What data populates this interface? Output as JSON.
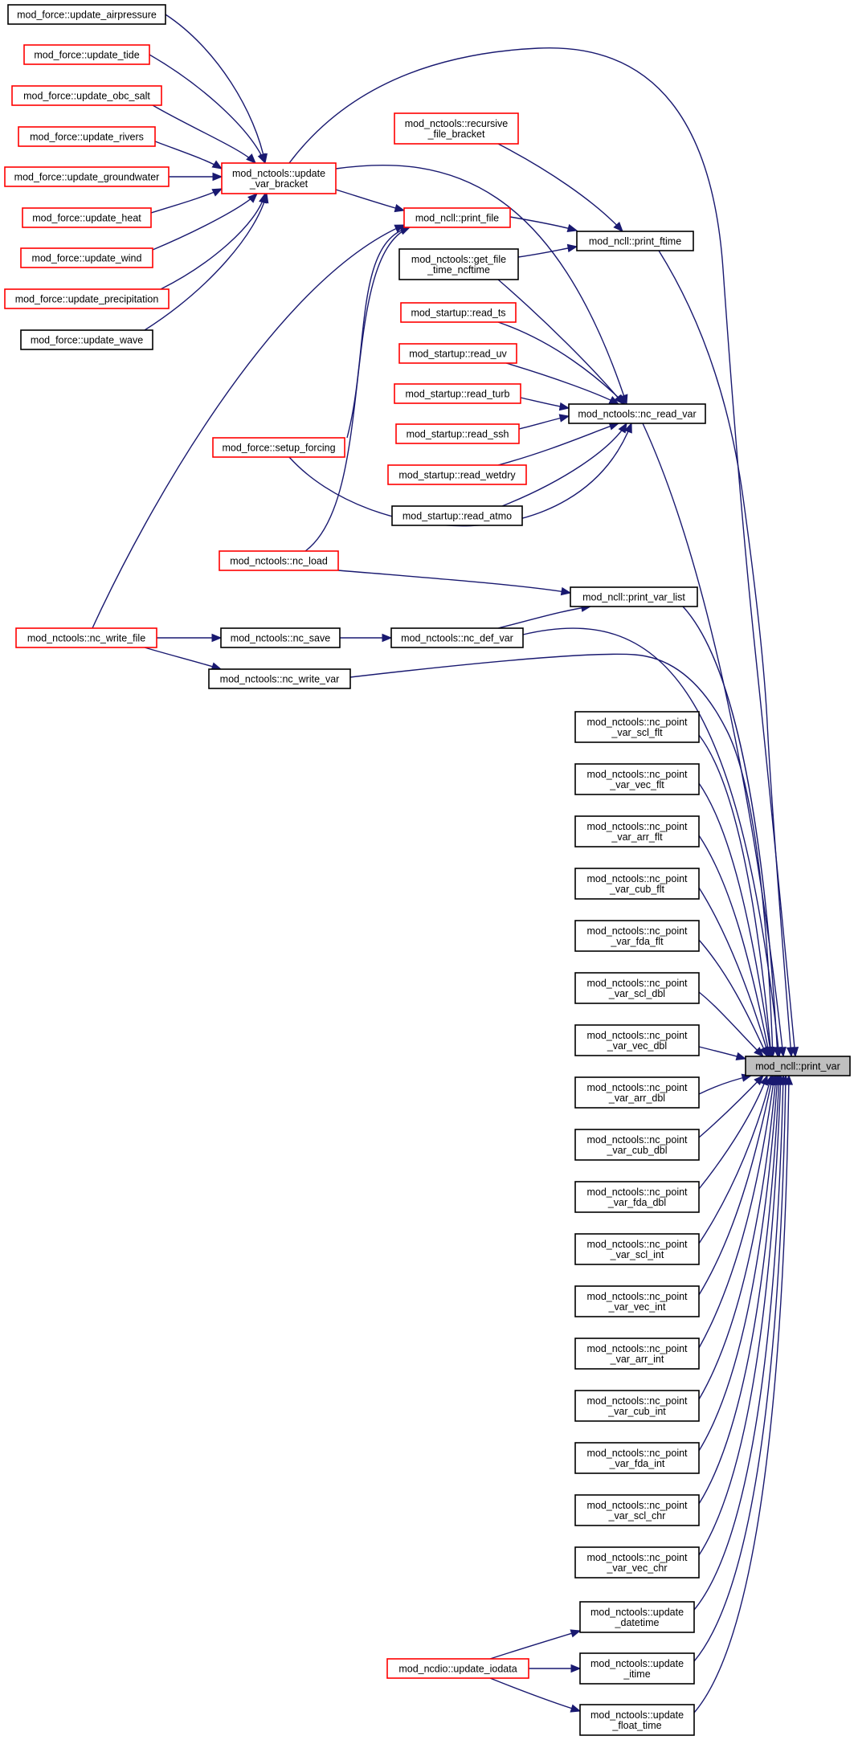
{
  "colors": {
    "edge": "#191970",
    "border_default": "#000000",
    "border_truncated": "#ff0000",
    "focus_fill": "#bfbfbf",
    "node_fill": "#ffffff"
  },
  "nodes": [
    {
      "id": "upd_airpressure",
      "lines": [
        "mod_force::update_airpressure"
      ],
      "style": "normal"
    },
    {
      "id": "upd_tide",
      "lines": [
        "mod_force::update_tide"
      ],
      "style": "truncated"
    },
    {
      "id": "upd_obc_salt",
      "lines": [
        "mod_force::update_obc_salt"
      ],
      "style": "truncated"
    },
    {
      "id": "upd_rivers",
      "lines": [
        "mod_force::update_rivers"
      ],
      "style": "truncated"
    },
    {
      "id": "upd_groundwater",
      "lines": [
        "mod_force::update_groundwater"
      ],
      "style": "truncated"
    },
    {
      "id": "upd_heat",
      "lines": [
        "mod_force::update_heat"
      ],
      "style": "truncated"
    },
    {
      "id": "upd_wind",
      "lines": [
        "mod_force::update_wind"
      ],
      "style": "truncated"
    },
    {
      "id": "upd_precip",
      "lines": [
        "mod_force::update_precipitation"
      ],
      "style": "truncated"
    },
    {
      "id": "upd_wave",
      "lines": [
        "mod_force::update_wave"
      ],
      "style": "normal"
    },
    {
      "id": "var_bracket",
      "lines": [
        "mod_nctools::update",
        "_var_bracket"
      ],
      "style": "truncated"
    },
    {
      "id": "recursive",
      "lines": [
        "mod_nctools::recursive",
        "_file_bracket"
      ],
      "style": "truncated"
    },
    {
      "id": "print_file",
      "lines": [
        "mod_ncll::print_file"
      ],
      "style": "truncated"
    },
    {
      "id": "get_file_time",
      "lines": [
        "mod_nctools::get_file",
        "_time_ncftime"
      ],
      "style": "normal"
    },
    {
      "id": "print_ftime",
      "lines": [
        "mod_ncll::print_ftime"
      ],
      "style": "normal"
    },
    {
      "id": "read_ts",
      "lines": [
        "mod_startup::read_ts"
      ],
      "style": "truncated"
    },
    {
      "id": "read_uv",
      "lines": [
        "mod_startup::read_uv"
      ],
      "style": "truncated"
    },
    {
      "id": "read_turb",
      "lines": [
        "mod_startup::read_turb"
      ],
      "style": "truncated"
    },
    {
      "id": "read_ssh",
      "lines": [
        "mod_startup::read_ssh"
      ],
      "style": "truncated"
    },
    {
      "id": "read_wetdry",
      "lines": [
        "mod_startup::read_wetdry"
      ],
      "style": "truncated"
    },
    {
      "id": "read_atmo",
      "lines": [
        "mod_startup::read_atmo"
      ],
      "style": "normal"
    },
    {
      "id": "nc_read_var",
      "lines": [
        "mod_nctools::nc_read_var"
      ],
      "style": "normal"
    },
    {
      "id": "setup_forcing",
      "lines": [
        "mod_force::setup_forcing"
      ],
      "style": "truncated"
    },
    {
      "id": "nc_load",
      "lines": [
        "mod_nctools::nc_load"
      ],
      "style": "truncated"
    },
    {
      "id": "print_var_list",
      "lines": [
        "mod_ncll::print_var_list"
      ],
      "style": "normal"
    },
    {
      "id": "nc_write_file",
      "lines": [
        "mod_nctools::nc_write_file"
      ],
      "style": "truncated"
    },
    {
      "id": "nc_save",
      "lines": [
        "mod_nctools::nc_save"
      ],
      "style": "normal"
    },
    {
      "id": "nc_def_var",
      "lines": [
        "mod_nctools::nc_def_var"
      ],
      "style": "normal"
    },
    {
      "id": "nc_write_var",
      "lines": [
        "mod_nctools::nc_write_var"
      ],
      "style": "normal"
    },
    {
      "id": "p_scl_flt",
      "lines": [
        "mod_nctools::nc_point",
        "_var_scl_flt"
      ],
      "style": "normal"
    },
    {
      "id": "p_vec_flt",
      "lines": [
        "mod_nctools::nc_point",
        "_var_vec_flt"
      ],
      "style": "normal"
    },
    {
      "id": "p_arr_flt",
      "lines": [
        "mod_nctools::nc_point",
        "_var_arr_flt"
      ],
      "style": "normal"
    },
    {
      "id": "p_cub_flt",
      "lines": [
        "mod_nctools::nc_point",
        "_var_cub_flt"
      ],
      "style": "normal"
    },
    {
      "id": "p_fda_flt",
      "lines": [
        "mod_nctools::nc_point",
        "_var_fda_flt"
      ],
      "style": "normal"
    },
    {
      "id": "p_scl_dbl",
      "lines": [
        "mod_nctools::nc_point",
        "_var_scl_dbl"
      ],
      "style": "normal"
    },
    {
      "id": "p_vec_dbl",
      "lines": [
        "mod_nctools::nc_point",
        "_var_vec_dbl"
      ],
      "style": "normal"
    },
    {
      "id": "p_arr_dbl",
      "lines": [
        "mod_nctools::nc_point",
        "_var_arr_dbl"
      ],
      "style": "normal"
    },
    {
      "id": "p_cub_dbl",
      "lines": [
        "mod_nctools::nc_point",
        "_var_cub_dbl"
      ],
      "style": "normal"
    },
    {
      "id": "p_fda_dbl",
      "lines": [
        "mod_nctools::nc_point",
        "_var_fda_dbl"
      ],
      "style": "normal"
    },
    {
      "id": "p_scl_int",
      "lines": [
        "mod_nctools::nc_point",
        "_var_scl_int"
      ],
      "style": "normal"
    },
    {
      "id": "p_vec_int",
      "lines": [
        "mod_nctools::nc_point",
        "_var_vec_int"
      ],
      "style": "normal"
    },
    {
      "id": "p_arr_int",
      "lines": [
        "mod_nctools::nc_point",
        "_var_arr_int"
      ],
      "style": "normal"
    },
    {
      "id": "p_cub_int",
      "lines": [
        "mod_nctools::nc_point",
        "_var_cub_int"
      ],
      "style": "normal"
    },
    {
      "id": "p_fda_int",
      "lines": [
        "mod_nctools::nc_point",
        "_var_fda_int"
      ],
      "style": "normal"
    },
    {
      "id": "p_scl_chr",
      "lines": [
        "mod_nctools::nc_point",
        "_var_scl_chr"
      ],
      "style": "normal"
    },
    {
      "id": "p_vec_chr",
      "lines": [
        "mod_nctools::nc_point",
        "_var_vec_chr"
      ],
      "style": "normal"
    },
    {
      "id": "upd_datetime",
      "lines": [
        "mod_nctools::update",
        "_datetime"
      ],
      "style": "normal"
    },
    {
      "id": "upd_itime",
      "lines": [
        "mod_nctools::update",
        "_itime"
      ],
      "style": "normal"
    },
    {
      "id": "upd_float_time",
      "lines": [
        "mod_nctools::update",
        "_float_time"
      ],
      "style": "normal"
    },
    {
      "id": "upd_iodata",
      "lines": [
        "mod_ncdio::update_iodata"
      ],
      "style": "truncated"
    },
    {
      "id": "print_var",
      "lines": [
        "mod_ncll::print_var"
      ],
      "style": "focus"
    }
  ],
  "edges": [
    {
      "from": "upd_airpressure",
      "to": "var_bracket"
    },
    {
      "from": "upd_tide",
      "to": "var_bracket"
    },
    {
      "from": "upd_obc_salt",
      "to": "var_bracket"
    },
    {
      "from": "upd_rivers",
      "to": "var_bracket"
    },
    {
      "from": "upd_groundwater",
      "to": "var_bracket"
    },
    {
      "from": "upd_heat",
      "to": "var_bracket"
    },
    {
      "from": "upd_wind",
      "to": "var_bracket"
    },
    {
      "from": "upd_precip",
      "to": "var_bracket"
    },
    {
      "from": "upd_wave",
      "to": "var_bracket"
    },
    {
      "from": "var_bracket",
      "to": "print_file"
    },
    {
      "from": "var_bracket",
      "to": "nc_read_var"
    },
    {
      "from": "var_bracket",
      "to": "print_var"
    },
    {
      "from": "recursive",
      "to": "print_ftime"
    },
    {
      "from": "print_file",
      "to": "print_ftime"
    },
    {
      "from": "get_file_time",
      "to": "print_ftime"
    },
    {
      "from": "get_file_time",
      "to": "nc_read_var"
    },
    {
      "from": "print_ftime",
      "to": "print_var"
    },
    {
      "from": "read_ts",
      "to": "nc_read_var"
    },
    {
      "from": "read_uv",
      "to": "nc_read_var"
    },
    {
      "from": "read_turb",
      "to": "nc_read_var"
    },
    {
      "from": "read_ssh",
      "to": "nc_read_var"
    },
    {
      "from": "read_wetdry",
      "to": "nc_read_var"
    },
    {
      "from": "read_atmo",
      "to": "nc_read_var"
    },
    {
      "from": "setup_forcing",
      "to": "print_file"
    },
    {
      "from": "setup_forcing",
      "to": "nc_read_var"
    },
    {
      "from": "nc_load",
      "to": "print_file"
    },
    {
      "from": "nc_load",
      "to": "print_var_list"
    },
    {
      "from": "nc_read_var",
      "to": "print_var"
    },
    {
      "from": "nc_write_file",
      "to": "print_file"
    },
    {
      "from": "nc_write_file",
      "to": "nc_save"
    },
    {
      "from": "nc_write_file",
      "to": "nc_write_var"
    },
    {
      "from": "nc_save",
      "to": "nc_def_var"
    },
    {
      "from": "nc_def_var",
      "to": "print_var_list"
    },
    {
      "from": "nc_def_var",
      "to": "print_var"
    },
    {
      "from": "print_var_list",
      "to": "print_var"
    },
    {
      "from": "nc_write_var",
      "to": "print_var"
    },
    {
      "from": "p_scl_flt",
      "to": "print_var"
    },
    {
      "from": "p_vec_flt",
      "to": "print_var"
    },
    {
      "from": "p_arr_flt",
      "to": "print_var"
    },
    {
      "from": "p_cub_flt",
      "to": "print_var"
    },
    {
      "from": "p_fda_flt",
      "to": "print_var"
    },
    {
      "from": "p_scl_dbl",
      "to": "print_var"
    },
    {
      "from": "p_vec_dbl",
      "to": "print_var"
    },
    {
      "from": "p_arr_dbl",
      "to": "print_var"
    },
    {
      "from": "p_cub_dbl",
      "to": "print_var"
    },
    {
      "from": "p_fda_dbl",
      "to": "print_var"
    },
    {
      "from": "p_scl_int",
      "to": "print_var"
    },
    {
      "from": "p_vec_int",
      "to": "print_var"
    },
    {
      "from": "p_arr_int",
      "to": "print_var"
    },
    {
      "from": "p_cub_int",
      "to": "print_var"
    },
    {
      "from": "p_fda_int",
      "to": "print_var"
    },
    {
      "from": "p_scl_chr",
      "to": "print_var"
    },
    {
      "from": "p_vec_chr",
      "to": "print_var"
    },
    {
      "from": "upd_datetime",
      "to": "print_var"
    },
    {
      "from": "upd_itime",
      "to": "print_var"
    },
    {
      "from": "upd_float_time",
      "to": "print_var"
    },
    {
      "from": "upd_iodata",
      "to": "upd_datetime"
    },
    {
      "from": "upd_iodata",
      "to": "upd_itime"
    },
    {
      "from": "upd_iodata",
      "to": "upd_float_time"
    }
  ]
}
